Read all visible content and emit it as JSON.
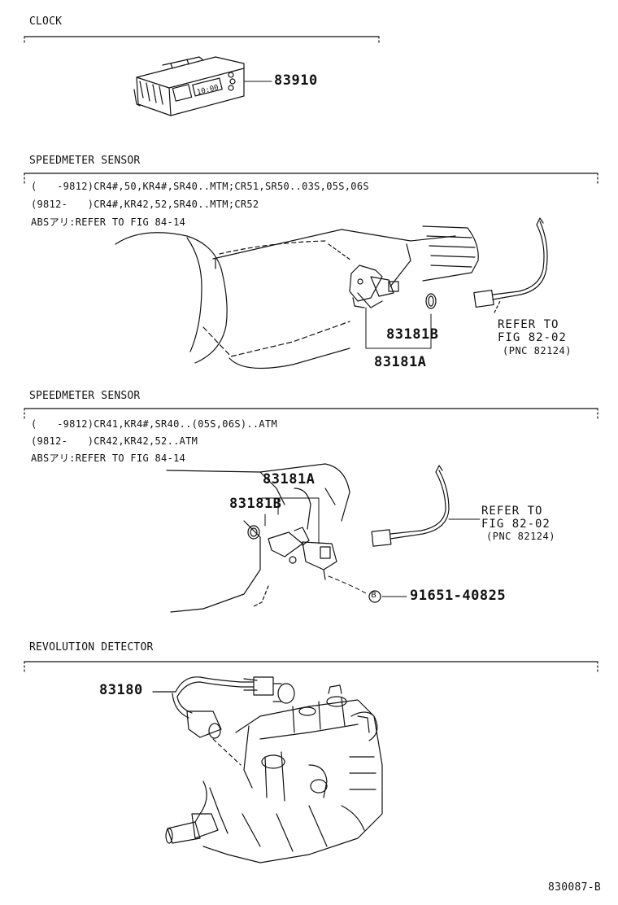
{
  "sections": {
    "clock": {
      "title": "CLOCK",
      "part": "83910"
    },
    "speedometer_mtm": {
      "title": "SPEEDMETER SENSOR",
      "applicability": [
        "(　　-9812)CR4#,50,KR4#,SR40..MTM;CR51,SR50..03S,05S,06S",
        "(9812-　　)CR4#,KR42,52,SR40..MTM;CR52",
        "ABSアリ:REFER TO FIG 84-14"
      ],
      "parts": {
        "a": "83181A",
        "b": "83181B"
      },
      "refer": {
        "line1": "REFER TO",
        "line2": "FIG 82-02",
        "line3": "(PNC 82124)"
      }
    },
    "speedometer_atm": {
      "title": "SPEEDMETER SENSOR",
      "applicability": [
        "(　　-9812)CR41,KR4#,SR40..(05S,06S)..ATM",
        "(9812-　　)CR42,KR42,52..ATM",
        "ABSアリ:REFER TO FIG 84-14"
      ],
      "parts": {
        "a": "83181A",
        "b": "83181B",
        "bolt": "91651-40825",
        "bolt_marker": "B"
      },
      "refer": {
        "line1": "REFER TO",
        "line2": "FIG 82-02",
        "line3": "(PNC 82124)"
      }
    },
    "revolution": {
      "title": "REVOLUTION DETECTOR",
      "part": "83180"
    }
  },
  "figure_code": "830087-B"
}
